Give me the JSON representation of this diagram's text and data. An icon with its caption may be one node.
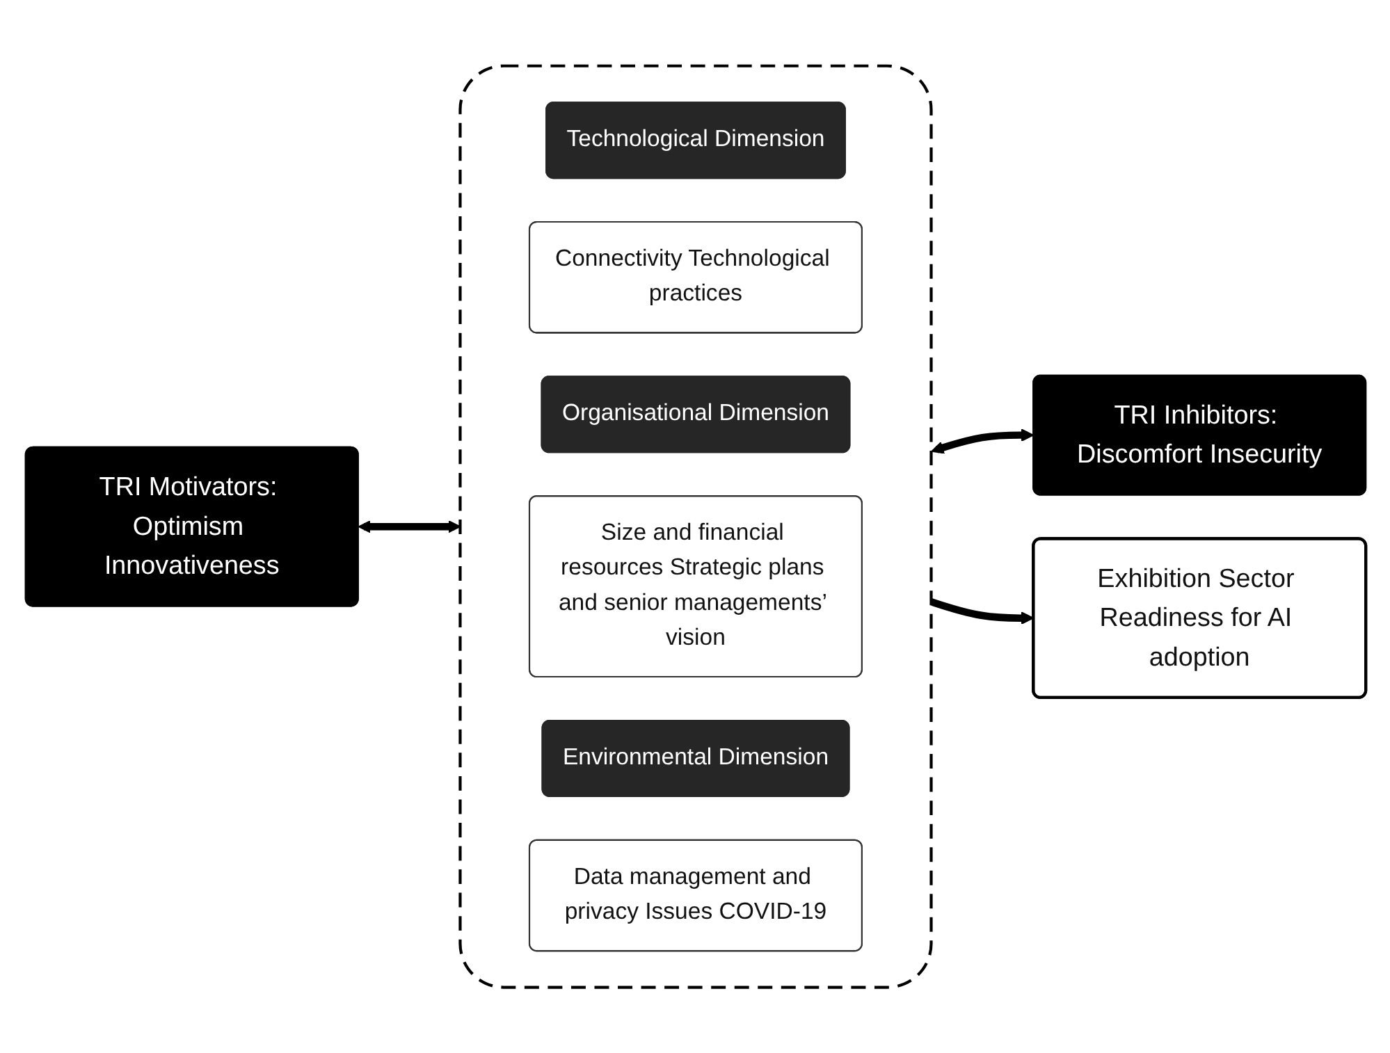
{
  "diagram": {
    "nodes": [
      {
        "text": [
          "TRI Motivators: Optimism Innovativeness"
        ]
      },
      {
        "text": [],
        "shape": "box"
      },
      {
        "text": [
          "Technological Dimension"
        ],
        "in": 1
      },
      {
        "text": [
          "Connectivity Technological practices"
        ],
        "in": 1
      },
      {
        "text": [
          "Organisational Dimension"
        ],
        "in": 1
      },
      {
        "text": [
          "Size and financial resources Strategic plans and senior managements’ vision"
        ],
        "in": 1
      },
      {
        "text": [
          "Environmental Dimension"
        ],
        "in": 1
      },
      {
        "text": [
          "Data management and privacy Issues COVID-19"
        ],
        "in": 1
      },
      {
        "text": [
          "TRI Inhibitors: Discomfort Insecurity"
        ]
      },
      {
        "text": [
          "Exhibition Sector Readiness for AI adoption"
        ]
      }
    ],
    "edges": [
      {
        "from": 0,
        "to": 1,
        "arrow": "both"
      },
      {
        "from": 1,
        "to": 8,
        "arrow": "both"
      },
      {
        "from": 1,
        "to": 9,
        "arrow": "to"
      }
    ]
  }
}
